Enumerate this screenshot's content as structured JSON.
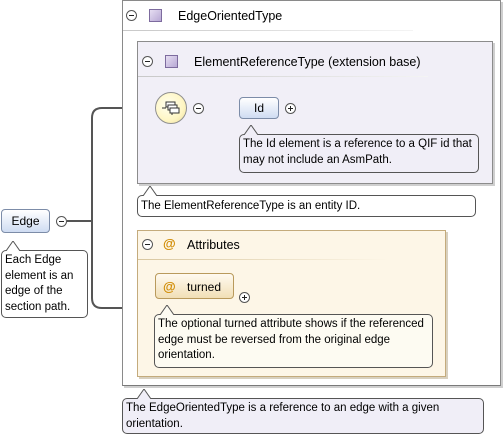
{
  "root": {
    "type_name": "EdgeOrientedType",
    "annotation": "The EdgeOrientedType is a reference to an edge with a given orientation."
  },
  "extension": {
    "label": "ElementReferenceType (extension base)",
    "annotation": "The ElementReferenceType is an entity ID."
  },
  "id_element": {
    "label": "Id",
    "annotation": "The Id element is a reference to a QIF id that may not include an AsmPath."
  },
  "edge_element": {
    "label": "Edge",
    "annotation": "Each Edge element is an edge of the section path."
  },
  "attributes": {
    "label": "Attributes",
    "at_symbol": "@",
    "turned": {
      "label": "turned",
      "annotation": "The optional turned attribute shows if the referenced edge must be reversed from the original edge orientation."
    }
  },
  "colors": {
    "element_fill": "#cfdcf2",
    "extension_fill": "#f1eff7",
    "attribute_fill": "#fdf6e7",
    "attribute_symbol": "#d08a00",
    "type_icon": "#b8a8d4"
  }
}
